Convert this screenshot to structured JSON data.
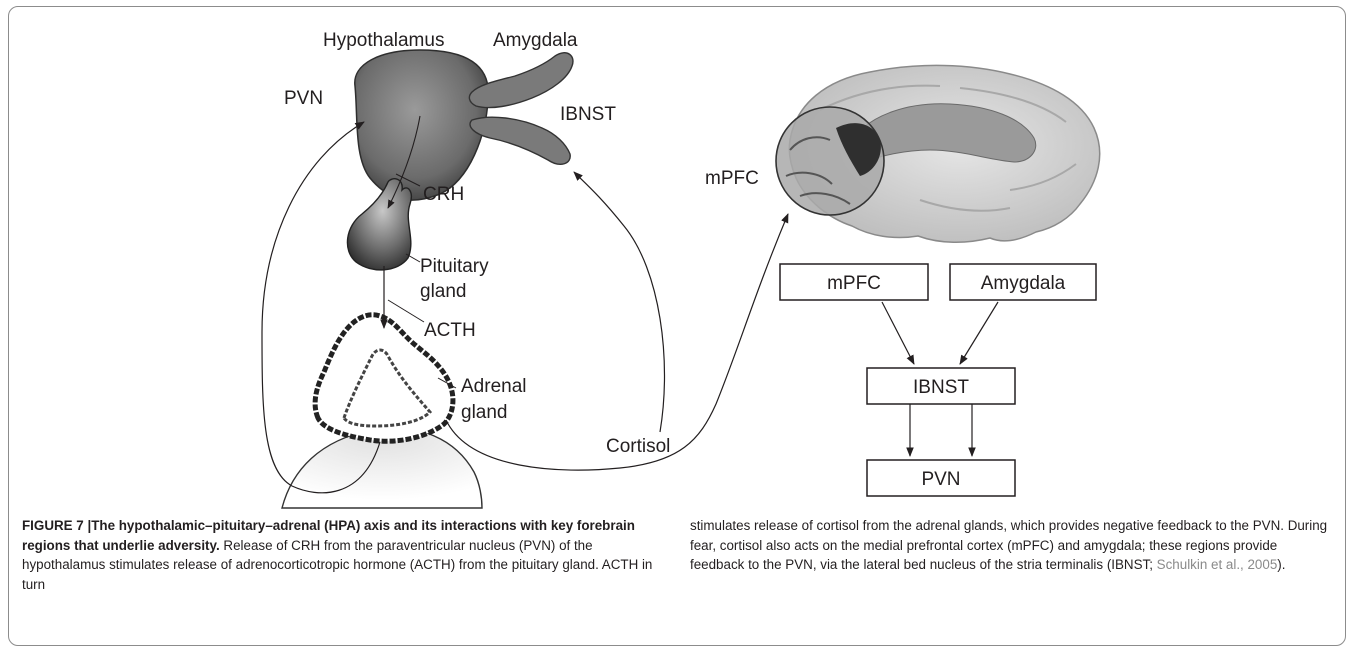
{
  "diagram": {
    "labels": {
      "hypothalamus": "Hypothalamus",
      "amygdala": "Amygdala",
      "pvn": "PVN",
      "ibnst": "IBNST",
      "crh": "CRH",
      "pituitary_line1": "Pituitary",
      "pituitary_line2": "gland",
      "acth": "ACTH",
      "adrenal_line1": "Adrenal",
      "adrenal_line2": "gland",
      "cortisol": "Cortisol",
      "mpfc": "mPFC"
    },
    "boxes": {
      "mpfc": "mPFC",
      "amygdala": "Amygdala",
      "ibnst": "IBNST",
      "pvn": "PVN"
    }
  },
  "caption": {
    "title": "FIGURE 7 |The hypothalamic–pituitary–adrenal (HPA) axis and its interactions with key forebrain regions that underlie adversity.",
    "text_left": " Release of CRH from the paraventricular nucleus (PVN) of the hypothalamus stimulates release of adrenocorticotropic hormone (ACTH) from the pituitary gland. ACTH in turn",
    "text_right": "stimulates release of cortisol from the adrenal glands, which provides negative feedback to the PVN. During fear, cortisol also acts on the medial prefrontal cortex (mPFC) and amygdala; these regions provide feedback to the PVN, via the lateral bed nucleus of the stria terminalis (IBNST; ",
    "citation": "Schulkin et al., 2005",
    "text_end": ")."
  }
}
